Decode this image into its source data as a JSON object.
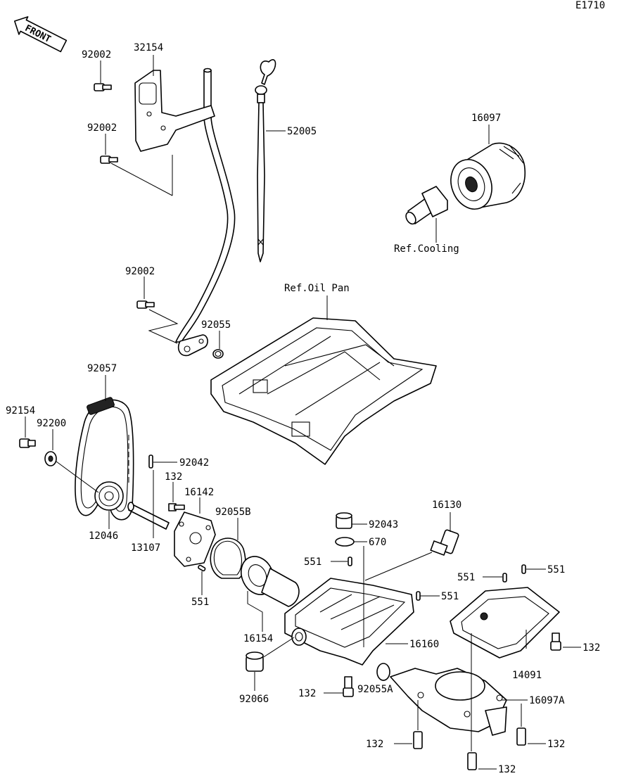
{
  "diagram_code": "E1710",
  "front_label": "FRONT",
  "labels": {
    "p92002_a": "92002",
    "p32154": "32154",
    "p92002_b": "92002",
    "p52005": "52005",
    "p16097": "16097",
    "ref_cooling": "Ref.Cooling",
    "p92002_c": "92002",
    "ref_oil_pan": "Ref.Oil Pan",
    "p92055": "92055",
    "p92057": "92057",
    "p92154": "92154",
    "p92200": "92200",
    "p92042": "92042",
    "p132_a": "132",
    "p16142": "16142",
    "p92055B": "92055B",
    "p16130": "16130",
    "p92043": "92043",
    "p670": "670",
    "p12046": "12046",
    "p13107": "13107",
    "p551_a": "551",
    "p551_b": "551",
    "p551_c": "551",
    "p551_d": "551",
    "p551_e": "551",
    "p16154": "16154",
    "p16160": "16160",
    "p14091": "14091",
    "p132_b": "132",
    "p92066": "92066",
    "p132_c": "132",
    "p92055A": "92055A",
    "p16097A": "16097A",
    "p132_d": "132",
    "p132_e": "132",
    "p132_f": "132"
  }
}
